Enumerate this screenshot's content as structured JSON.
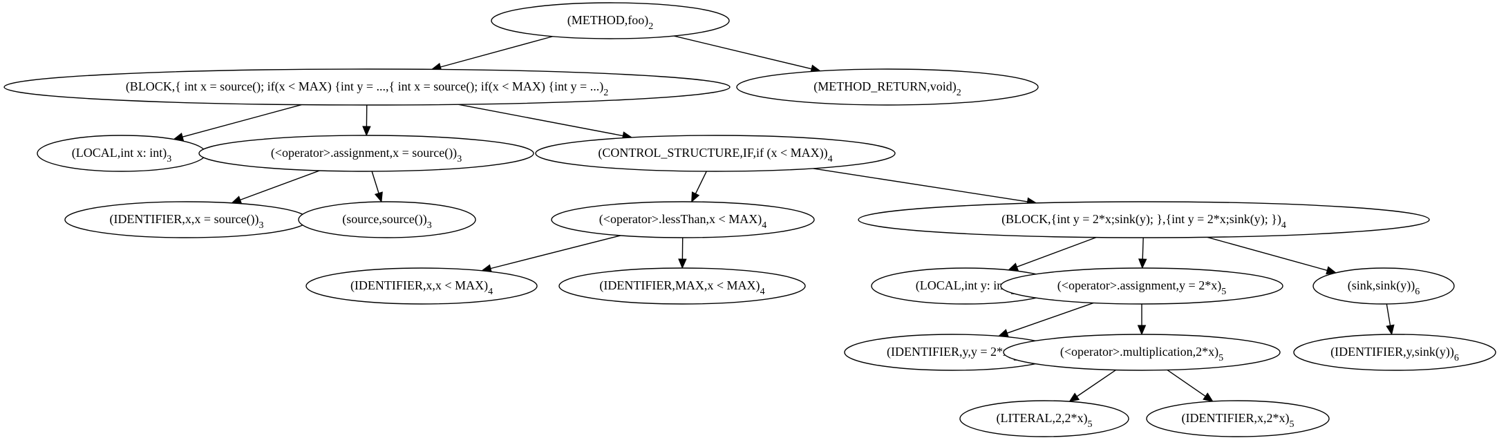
{
  "ast": {
    "nodes": [
      {
        "id": "n1",
        "text": "(METHOD,foo)",
        "line": "2"
      },
      {
        "id": "n2",
        "text": "(BLOCK,{  int x = source();  if(x < MAX) {int y = ...,{  int x = source();  if(x < MAX) {int y = ...)",
        "line": "2"
      },
      {
        "id": "n3",
        "text": "(METHOD_RETURN,void)",
        "line": "2"
      },
      {
        "id": "n4",
        "text": "(LOCAL,int x: int)",
        "line": "3"
      },
      {
        "id": "n5",
        "text": "(<operator>.assignment,x = source())",
        "line": "3"
      },
      {
        "id": "n6",
        "text": "(CONTROL_STRUCTURE,IF,if (x < MAX))",
        "line": "4"
      },
      {
        "id": "n7",
        "text": "(IDENTIFIER,x,x = source())",
        "line": "3"
      },
      {
        "id": "n8",
        "text": "(source,source())",
        "line": "3"
      },
      {
        "id": "n9",
        "text": "(<operator>.lessThan,x < MAX)",
        "line": "4"
      },
      {
        "id": "n10",
        "text": "(BLOCK,{int y = 2*x;sink(y);  },{int y = 2*x;sink(y);  })",
        "line": "4"
      },
      {
        "id": "n11",
        "text": "(IDENTIFIER,x,x < MAX)",
        "line": "4"
      },
      {
        "id": "n12",
        "text": "(IDENTIFIER,MAX,x < MAX)",
        "line": "4"
      },
      {
        "id": "n13",
        "text": "(LOCAL,int y: int)",
        "line": "5"
      },
      {
        "id": "n14",
        "text": "(<operator>.assignment,y = 2*x)",
        "line": "5"
      },
      {
        "id": "n15",
        "text": "(sink,sink(y))",
        "line": "6"
      },
      {
        "id": "n16",
        "text": "(IDENTIFIER,y,y = 2*x)",
        "line": "5"
      },
      {
        "id": "n17",
        "text": "(<operator>.multiplication,2*x)",
        "line": "5"
      },
      {
        "id": "n18",
        "text": "(IDENTIFIER,y,sink(y))",
        "line": "6"
      },
      {
        "id": "n19",
        "text": "(LITERAL,2,2*x)",
        "line": "5"
      },
      {
        "id": "n20",
        "text": "(IDENTIFIER,x,2*x)",
        "line": "5"
      }
    ],
    "edges": [
      [
        "n1",
        "n2"
      ],
      [
        "n1",
        "n3"
      ],
      [
        "n2",
        "n4"
      ],
      [
        "n2",
        "n5"
      ],
      [
        "n2",
        "n6"
      ],
      [
        "n5",
        "n7"
      ],
      [
        "n5",
        "n8"
      ],
      [
        "n6",
        "n9"
      ],
      [
        "n6",
        "n10"
      ],
      [
        "n9",
        "n11"
      ],
      [
        "n9",
        "n12"
      ],
      [
        "n10",
        "n13"
      ],
      [
        "n10",
        "n14"
      ],
      [
        "n10",
        "n15"
      ],
      [
        "n14",
        "n16"
      ],
      [
        "n14",
        "n17"
      ],
      [
        "n15",
        "n18"
      ],
      [
        "n17",
        "n19"
      ],
      [
        "n17",
        "n20"
      ]
    ]
  }
}
